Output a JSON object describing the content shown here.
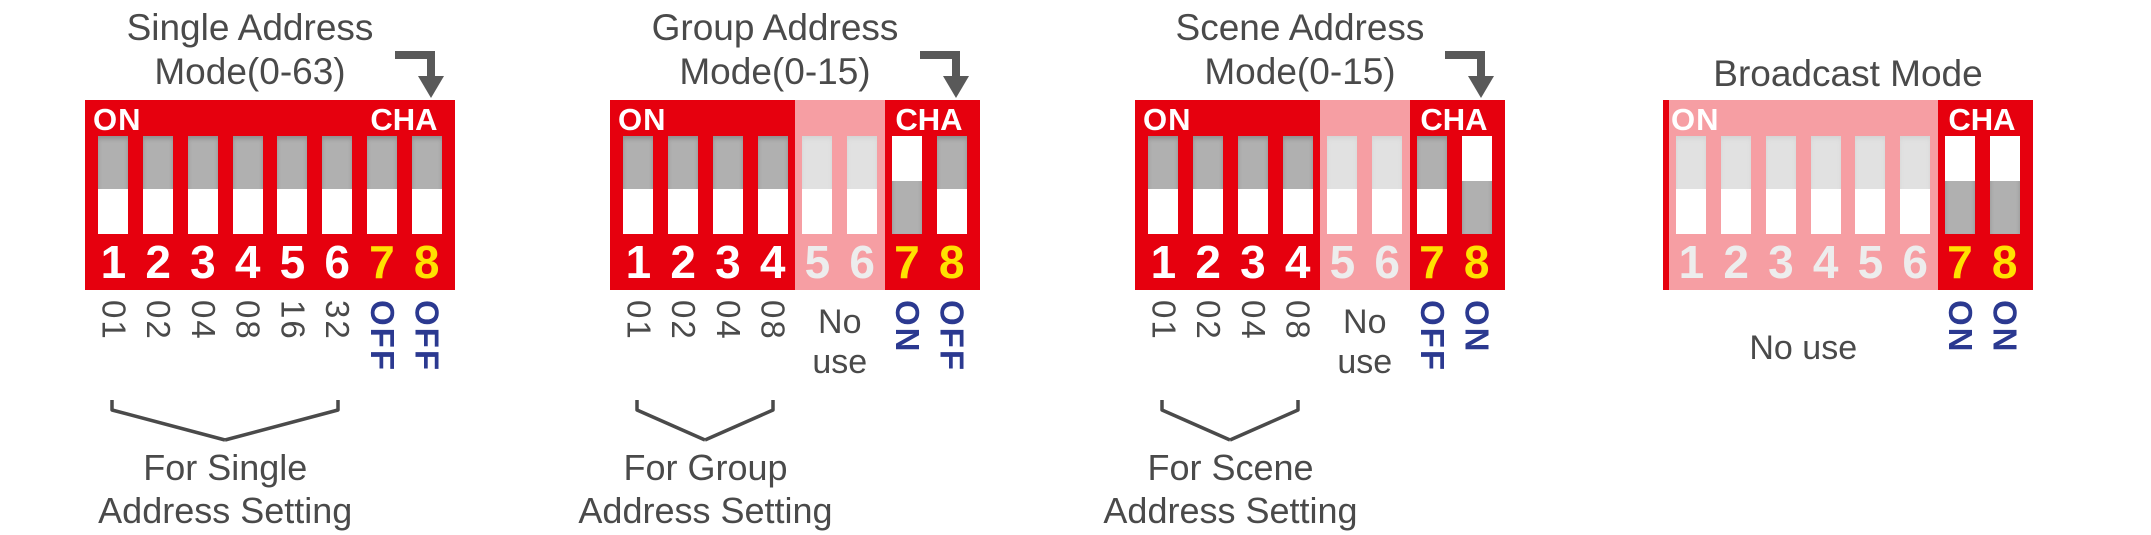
{
  "colors": {
    "red": "#e6000e",
    "yellow": "#ffe100",
    "blue": "#2b3990",
    "gray_text": "#4a4a4a",
    "slot_gray": "#b0b0b0",
    "arrow_gray": "#595959"
  },
  "panels": [
    {
      "id": "single-address-mode",
      "title_lines": [
        "Single Address",
        "Mode(0-63)"
      ],
      "has_arrow": true,
      "on_label": "ON",
      "cha_label": "CHA",
      "switches": [
        {
          "num": "1",
          "num_color": "white",
          "state": "off",
          "muted": false,
          "below_label": "01",
          "below_style": "gray"
        },
        {
          "num": "2",
          "num_color": "white",
          "state": "off",
          "muted": false,
          "below_label": "02",
          "below_style": "gray"
        },
        {
          "num": "3",
          "num_color": "white",
          "state": "off",
          "muted": false,
          "below_label": "04",
          "below_style": "gray"
        },
        {
          "num": "4",
          "num_color": "white",
          "state": "off",
          "muted": false,
          "below_label": "08",
          "below_style": "gray"
        },
        {
          "num": "5",
          "num_color": "white",
          "state": "off",
          "muted": false,
          "below_label": "16",
          "below_style": "gray"
        },
        {
          "num": "6",
          "num_color": "white",
          "state": "off",
          "muted": false,
          "below_label": "32",
          "below_style": "gray"
        },
        {
          "num": "7",
          "num_color": "yellow",
          "state": "off",
          "muted": false,
          "below_label": "OFF",
          "below_style": "blue"
        },
        {
          "num": "8",
          "num_color": "yellow",
          "state": "off",
          "muted": false,
          "below_label": "OFF",
          "below_style": "blue"
        }
      ],
      "no_use": null,
      "bracket": {
        "from_switch": 1,
        "to_switch": 6
      },
      "caption_lines": [
        "For Single",
        "Address Setting"
      ]
    },
    {
      "id": "group-address-mode",
      "title_lines": [
        "Group Address",
        "Mode(0-15)"
      ],
      "has_arrow": true,
      "on_label": "ON",
      "cha_label": "CHA",
      "switches": [
        {
          "num": "1",
          "num_color": "white",
          "state": "off",
          "muted": false,
          "below_label": "01",
          "below_style": "gray"
        },
        {
          "num": "2",
          "num_color": "white",
          "state": "off",
          "muted": false,
          "below_label": "02",
          "below_style": "gray"
        },
        {
          "num": "3",
          "num_color": "white",
          "state": "off",
          "muted": false,
          "below_label": "04",
          "below_style": "gray"
        },
        {
          "num": "4",
          "num_color": "white",
          "state": "off",
          "muted": false,
          "below_label": "08",
          "below_style": "gray"
        },
        {
          "num": "5",
          "num_color": "white",
          "state": "off",
          "muted": true,
          "below_label": null,
          "below_style": null
        },
        {
          "num": "6",
          "num_color": "white",
          "state": "off",
          "muted": true,
          "below_label": null,
          "below_style": null
        },
        {
          "num": "7",
          "num_color": "yellow",
          "state": "on",
          "muted": false,
          "below_label": "ON",
          "below_style": "blue"
        },
        {
          "num": "8",
          "num_color": "yellow",
          "state": "off",
          "muted": false,
          "below_label": "OFF",
          "below_style": "blue"
        }
      ],
      "no_use": {
        "from_switch": 5,
        "to_switch": 6,
        "lines": [
          "No",
          "use"
        ]
      },
      "bracket": {
        "from_switch": 1,
        "to_switch": 4
      },
      "caption_lines": [
        "For Group",
        "Address Setting"
      ]
    },
    {
      "id": "scene-address-mode",
      "title_lines": [
        "Scene Address",
        "Mode(0-15)"
      ],
      "has_arrow": true,
      "on_label": "ON",
      "cha_label": "CHA",
      "switches": [
        {
          "num": "1",
          "num_color": "white",
          "state": "off",
          "muted": false,
          "below_label": "01",
          "below_style": "gray"
        },
        {
          "num": "2",
          "num_color": "white",
          "state": "off",
          "muted": false,
          "below_label": "02",
          "below_style": "gray"
        },
        {
          "num": "3",
          "num_color": "white",
          "state": "off",
          "muted": false,
          "below_label": "04",
          "below_style": "gray"
        },
        {
          "num": "4",
          "num_color": "white",
          "state": "off",
          "muted": false,
          "below_label": "08",
          "below_style": "gray"
        },
        {
          "num": "5",
          "num_color": "white",
          "state": "off",
          "muted": true,
          "below_label": null,
          "below_style": null
        },
        {
          "num": "6",
          "num_color": "white",
          "state": "off",
          "muted": true,
          "below_label": null,
          "below_style": null
        },
        {
          "num": "7",
          "num_color": "yellow",
          "state": "off",
          "muted": false,
          "below_label": "OFF",
          "below_style": "blue"
        },
        {
          "num": "8",
          "num_color": "yellow",
          "state": "on",
          "muted": false,
          "below_label": "ON",
          "below_style": "blue"
        }
      ],
      "no_use": {
        "from_switch": 5,
        "to_switch": 6,
        "lines": [
          "No",
          "use"
        ]
      },
      "bracket": {
        "from_switch": 1,
        "to_switch": 4
      },
      "caption_lines": [
        "For Scene",
        "Address Setting"
      ]
    },
    {
      "id": "broadcast-mode",
      "title_lines": [
        "Broadcast Mode"
      ],
      "has_arrow": false,
      "on_label": "ON",
      "cha_label": "CHA",
      "switches": [
        {
          "num": "1",
          "num_color": "white",
          "state": "off",
          "muted": true,
          "below_label": null,
          "below_style": null
        },
        {
          "num": "2",
          "num_color": "white",
          "state": "off",
          "muted": true,
          "below_label": null,
          "below_style": null
        },
        {
          "num": "3",
          "num_color": "white",
          "state": "off",
          "muted": true,
          "below_label": null,
          "below_style": null
        },
        {
          "num": "4",
          "num_color": "white",
          "state": "off",
          "muted": true,
          "below_label": null,
          "below_style": null
        },
        {
          "num": "5",
          "num_color": "white",
          "state": "off",
          "muted": true,
          "below_label": null,
          "below_style": null
        },
        {
          "num": "6",
          "num_color": "white",
          "state": "off",
          "muted": true,
          "below_label": null,
          "below_style": null
        },
        {
          "num": "7",
          "num_color": "yellow",
          "state": "on",
          "muted": false,
          "below_label": "ON",
          "below_style": "blue"
        },
        {
          "num": "8",
          "num_color": "yellow",
          "state": "on",
          "muted": false,
          "below_label": "ON",
          "below_style": "blue"
        }
      ],
      "no_use": {
        "from_switch": 1,
        "to_switch": 6,
        "lines": [
          "No use"
        ]
      },
      "bracket": null,
      "caption_lines": []
    }
  ]
}
